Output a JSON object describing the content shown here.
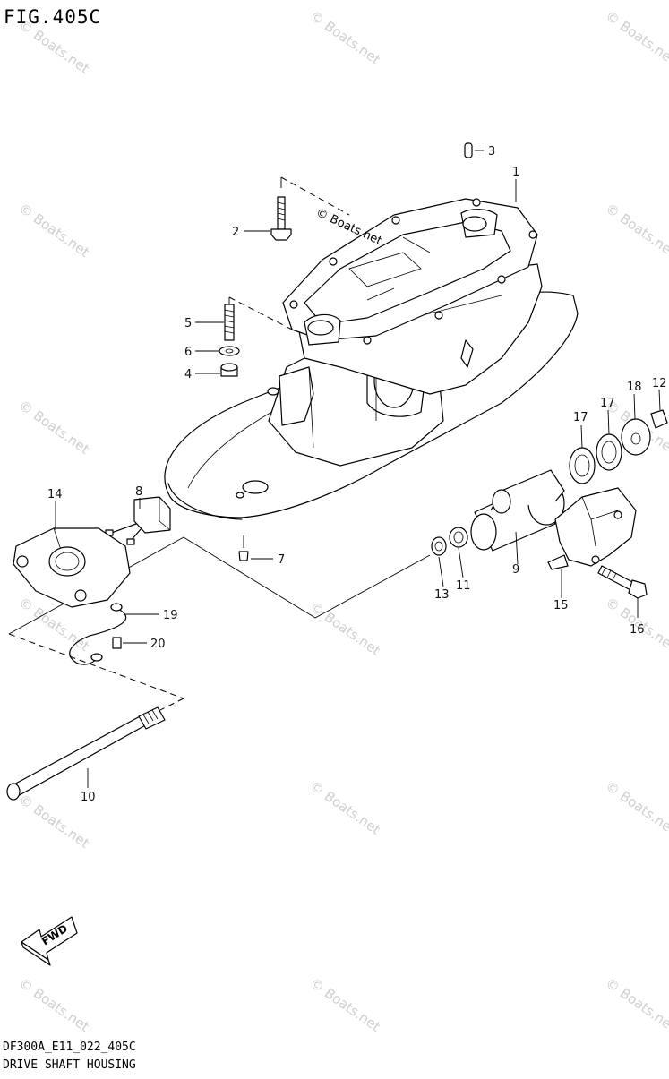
{
  "figure": {
    "title": "FIG.405C",
    "code": "DF300A_E11_022_405C",
    "caption": "DRIVE SHAFT HOUSING"
  },
  "watermark": {
    "text": "© Boats.net"
  },
  "direction_tag": {
    "label": "FWD",
    "icon": "arrow-left-icon"
  },
  "callouts": {
    "p1": "1",
    "p2": "2",
    "p3": "3",
    "p4": "4",
    "p5": "5",
    "p6": "6",
    "p7": "7",
    "p8": "8",
    "p9": "9",
    "p10": "10",
    "p11": "11",
    "p12": "12",
    "p13": "13",
    "p14": "14",
    "p15": "15",
    "p16": "16",
    "p17a": "17",
    "p17b": "17",
    "p18": "18",
    "p19": "19",
    "p20": "20"
  }
}
